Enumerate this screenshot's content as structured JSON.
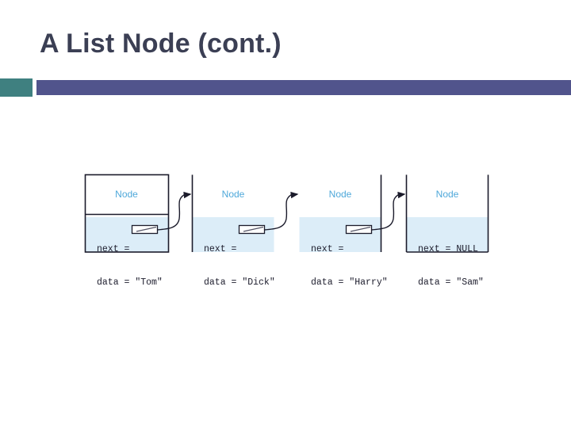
{
  "slide": {
    "title": "A List Node (cont.)",
    "accent_square_color": "#3f8080",
    "accent_bar_color": "#51548c",
    "title_color": "#3b3f54",
    "background_color": "#ffffff"
  },
  "diagram": {
    "type": "linked-list",
    "node_label": "Node",
    "node_label_color": "#4ea8da",
    "field_fill_color": "#dcedf8",
    "border_color": "#1b1b2b",
    "nodes": [
      {
        "label": "Node",
        "next_label": "next =",
        "next_value": "",
        "next_is_pointer": true,
        "data_label": "data =",
        "data_value": "\"Tom\""
      },
      {
        "label": "Node",
        "next_label": "next =",
        "next_value": "",
        "next_is_pointer": true,
        "data_label": "data =",
        "data_value": "\"Dick\""
      },
      {
        "label": "Node",
        "next_label": "next =",
        "next_value": "",
        "next_is_pointer": true,
        "data_label": "data =",
        "data_value": "\"Harry\""
      },
      {
        "label": "Node",
        "next_label": "next =",
        "next_value": "NULL",
        "next_is_pointer": false,
        "data_label": "data =",
        "data_value": "\"Sam\""
      }
    ]
  }
}
